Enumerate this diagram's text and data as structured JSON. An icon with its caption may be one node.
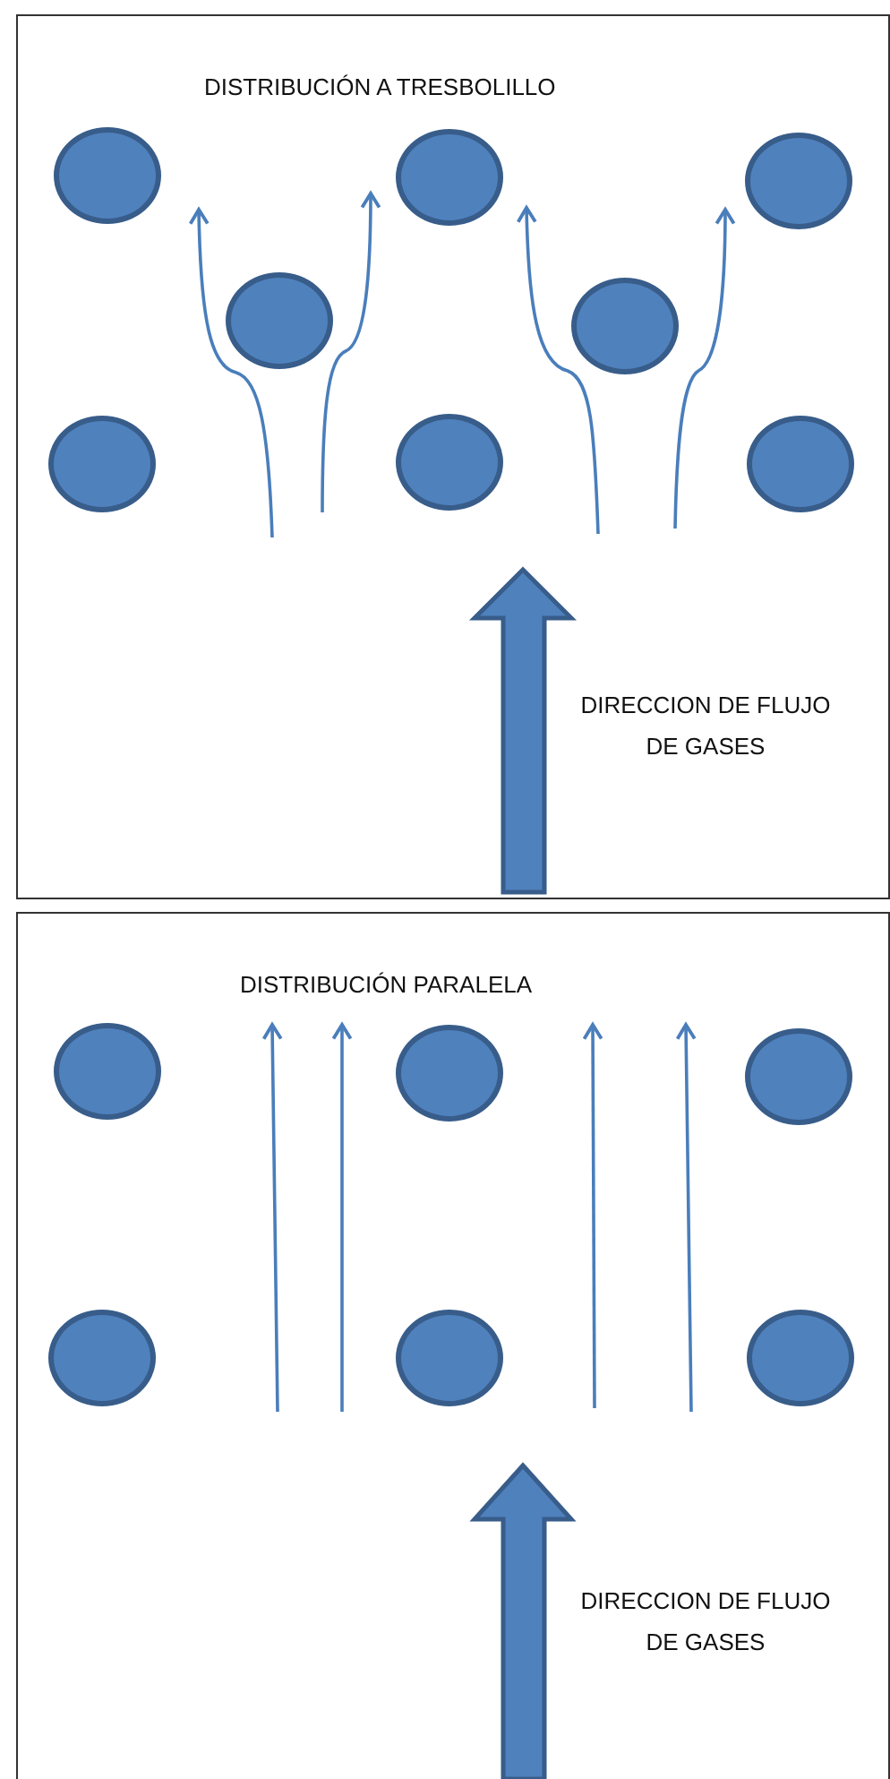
{
  "diagram": {
    "nodes": [
      {
        "text": [
          "DISTRIBUCIÓN A TRESBOLILLO",
          "DIRECCION DE FLUJO DE GASES"
        ]
      },
      {
        "text": [],
        "shape": "circle",
        "in": 0
      },
      {
        "text": [],
        "shape": "circle",
        "in": 0
      },
      {
        "text": [],
        "shape": "circle",
        "in": 0
      },
      {
        "text": [],
        "shape": "circle",
        "in": 0
      },
      {
        "text": [],
        "shape": "circle",
        "in": 0
      },
      {
        "text": [],
        "shape": "circle",
        "in": 0
      },
      {
        "text": [],
        "shape": "circle",
        "in": 0
      },
      {
        "text": [],
        "shape": "circle",
        "in": 0
      },
      {
        "text": [
          "DISTRIBUCIÓN PARALELA",
          "DIRECCION DE FLUJO DE GASES"
        ]
      },
      {
        "text": [],
        "shape": "circle",
        "in": 9
      },
      {
        "text": [],
        "shape": "circle",
        "in": 9
      },
      {
        "text": [],
        "shape": "circle",
        "in": 9
      },
      {
        "text": [],
        "shape": "circle",
        "in": 9
      },
      {
        "text": [],
        "shape": "circle",
        "in": 9
      },
      {
        "text": [],
        "shape": "circle",
        "in": 9
      }
    ]
  }
}
